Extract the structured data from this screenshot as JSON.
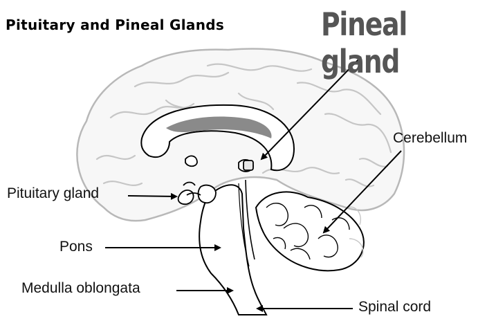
{
  "diagram": {
    "title": "Pituitary and Pineal Glands",
    "highlight_title": "Pineal gland",
    "labels": {
      "cerebellum": "Cerebellum",
      "pituitary": "Pituitary gland",
      "pons": "Pons",
      "medulla": "Medulla oblongata",
      "spinal_cord": "Spinal cord"
    },
    "colors": {
      "line": "#000000",
      "brain_outline": "#b8b8b8",
      "shade": "#8a8a8a",
      "highlight_title": "#555555"
    }
  }
}
